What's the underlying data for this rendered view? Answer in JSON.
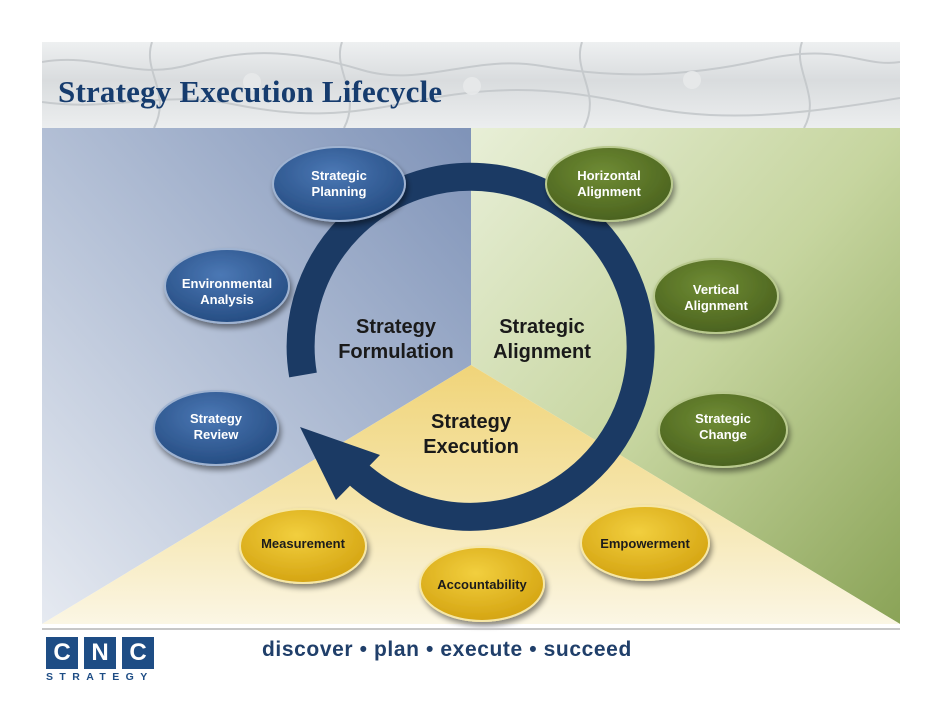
{
  "header": {
    "title": "Strategy Execution Lifecycle"
  },
  "colors": {
    "blue_node": "#2f5d9b",
    "green_node": "#5a7427",
    "gold_node": "#e0b51c",
    "cycle_arrow": "#1b3a64",
    "title": "#163c6e"
  },
  "diagram": {
    "sectors": [
      {
        "id": "formulation",
        "label": "Strategy\nFormulation"
      },
      {
        "id": "alignment",
        "label": "Strategic\nAlignment"
      },
      {
        "id": "execution",
        "label": "Strategy\nExecution"
      }
    ],
    "nodes": [
      {
        "id": "strategic-planning",
        "label": "Strategic\nPlanning",
        "group": "blue"
      },
      {
        "id": "environmental-analysis",
        "label": "Environmental\nAnalysis",
        "group": "blue"
      },
      {
        "id": "strategy-review",
        "label": "Strategy\nReview",
        "group": "blue"
      },
      {
        "id": "horizontal-alignment",
        "label": "Horizontal\nAlignment",
        "group": "green"
      },
      {
        "id": "vertical-alignment",
        "label": "Vertical\nAlignment",
        "group": "green"
      },
      {
        "id": "strategic-change",
        "label": "Strategic\nChange",
        "group": "green"
      },
      {
        "id": "measurement",
        "label": "Measurement",
        "group": "gold"
      },
      {
        "id": "accountability",
        "label": "Accountability",
        "group": "gold"
      },
      {
        "id": "empowerment",
        "label": "Empowerment",
        "group": "gold"
      }
    ]
  },
  "footer": {
    "logo_letters": [
      "C",
      "N",
      "C"
    ],
    "logo_sub": "STRATEGY",
    "tagline": "discover • plan • execute • succeed"
  }
}
